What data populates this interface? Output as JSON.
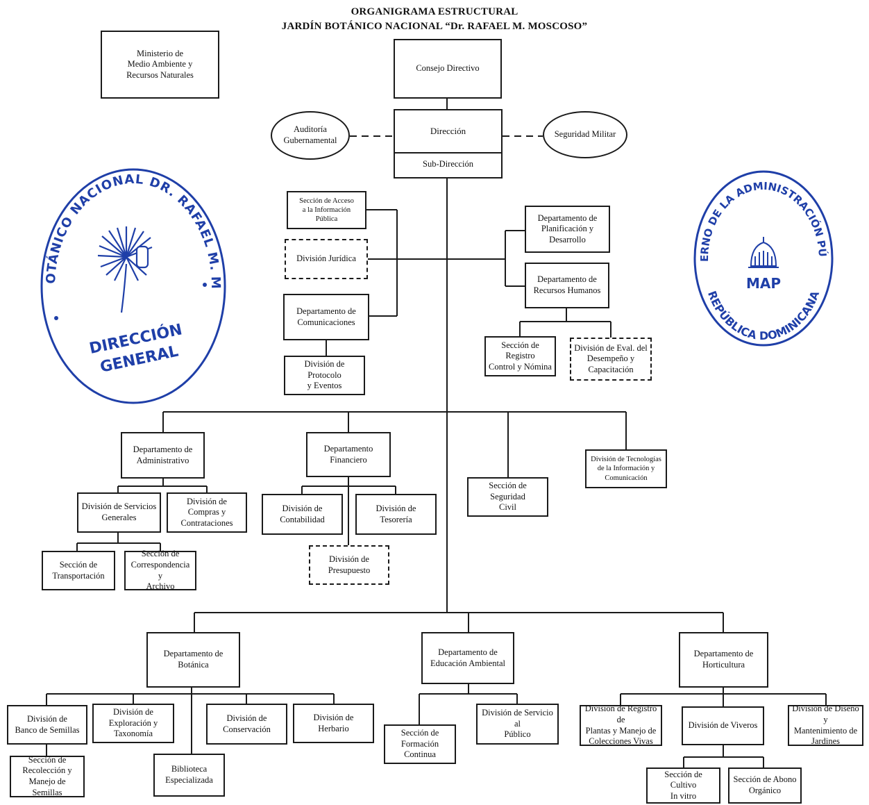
{
  "header": {
    "title_line1": "ORGANIGRAMA ESTRUCTURAL",
    "title_line2": "JARDÍN BOTÁNICO NACIONAL “Dr. RAFAEL M. MOSCOSO”"
  },
  "units": {
    "ministerio": "Ministerio de\nMedio Ambiente y\nRecursos Naturales",
    "consejo": "Consejo Directivo",
    "direccion": "Dirección",
    "subdireccion": "Sub-Dirección",
    "auditoria": "Auditoría\nGubernamental",
    "seguridad_militar": "Seguridad Militar",
    "acceso_info": "Sección de Acceso\na la Información\nPública",
    "juridica": "División Jurídica",
    "comunicaciones": "Departamento de\nComunicaciones",
    "protocolo": "División de Protocolo\ny Eventos",
    "planificacion": "Departamento de\nPlanificación y\nDesarrollo",
    "rrhh": "Departamento de\nRecursos Humanos",
    "registro_nomina": "Sección de Registro\nControl y Nómina",
    "eval_desempeno": "División de Eval. del\nDesempeño y\nCapacitación",
    "administrativo": "Departamento de\nAdministrativo",
    "financiero": "Departamento\nFinanciero",
    "seguridad_civil": "Sección de Seguridad\nCivil",
    "tic": "División de Tecnologías\nde la Información y\nComunicación",
    "servicios_generales": "División de Servicios\nGenerales",
    "compras": "División de Compras y\nContrataciones",
    "transportacion": "Sección de\nTransportación",
    "correspondencia": "Sección de\nCorrespondencia y\nArchivo",
    "contabilidad": "División de\nContabilidad",
    "tesoreria": "División de Tesorería",
    "presupuesto": "División de\nPresupuesto",
    "botanica": "Departamento de\nBotánica",
    "educacion": "Departamento de\nEducación Ambiental",
    "horticultura": "Departamento de\nHorticultura",
    "banco_semillas": "División de\nBanco de Semillas",
    "exploracion": "División de\nExploración y\nTaxonomía",
    "conservacion": "División de\nConservación",
    "herbario": "División de Herbario",
    "biblioteca": "Biblioteca\nEspecializada",
    "recoleccion": "Sección de\nRecolección y\nManejo de Semillas",
    "formacion": "Sección de\nFormación Continua",
    "servicio_publico": "División de Servicio al\nPúblico",
    "registro_plantas": "División de Registro de\nPlantas y Manejo de\nColecciones Vivas",
    "viveros": "División de Viveros",
    "diseno_jardines": "División de Diseño y\nMantenimiento de\nJardines",
    "cultivo_invitro": "Sección de Cultivo\nIn vitro",
    "abono": "Sección de Abono\nOrgánico"
  },
  "seal_left": {
    "ring_text": "JARDÍN BOTÁNICO NACIONAL DR. RAFAEL M. MOSCOSO",
    "center_line1": "DIRECCIÓN",
    "center_line2": "GENERAL",
    "color": "#1f3fa8"
  },
  "seal_right": {
    "ring_top": "GOBIERNO DE LA ADMINISTRACIÓN PÚBLICA",
    "ring_bottom": "REPÚBLICA DOMINICANA",
    "center_text": "MAP",
    "color": "#1f3fa8"
  }
}
